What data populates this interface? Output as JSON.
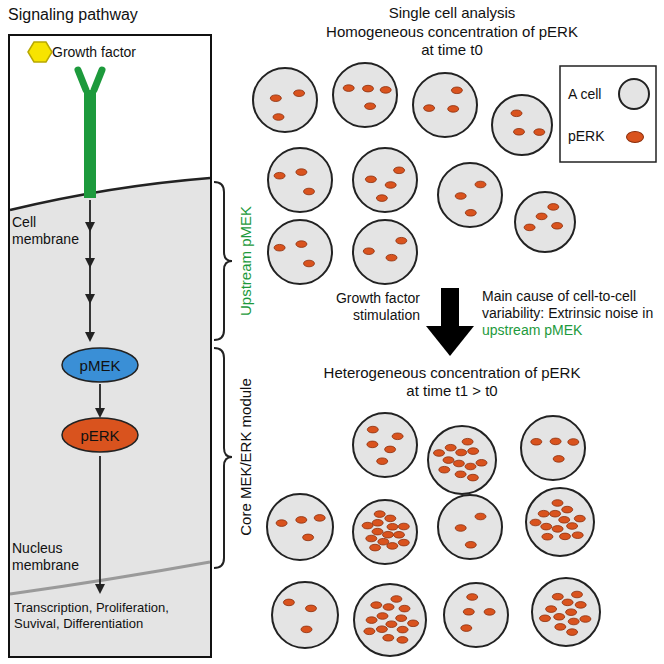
{
  "diagram": {
    "nodes": [
      {
        "text": [
          "Signaling pathway"
        ]
      },
      {
        "text": [
          "pMEK"
        ],
        "in": 0
      },
      {
        "text": [
          "pERK"
        ],
        "in": 0
      }
    ],
    "edges": [
      {
        "from": 1,
        "to": 2,
        "arrow": "to"
      }
    ],
    "labels": [
      "Growth factor",
      "Cell membrane",
      "Upstream pMEK",
      "Core MEK/ERK module",
      "Nucleus membrane",
      "Transcription, Proliferation, Suvival, Differentiation",
      "Single cell analysis",
      "Homogeneous concentration of pERK at time t0",
      "Growth factor stimulation",
      "Main cause of cell-to-cell variability: Extrinsic noise in",
      "upstream pMEK",
      "Heterogeneous concentration of pERK at time t1 > t0"
    ],
    "legend": [
      {
        "text": "A cell"
      },
      {
        "text": "pERK",
        "color": "#d9531e"
      }
    ]
  }
}
